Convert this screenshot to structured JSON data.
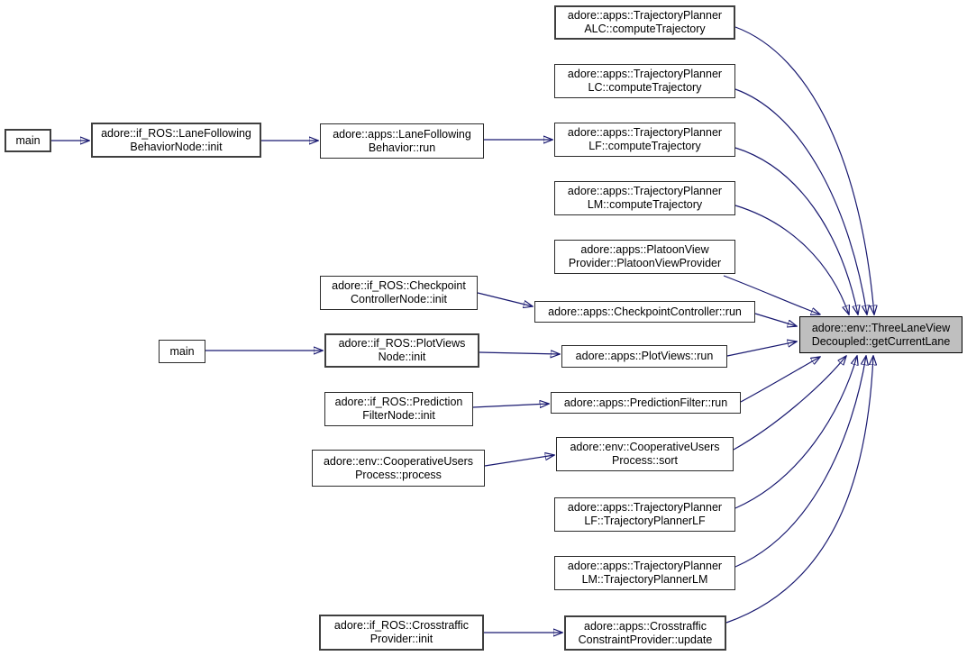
{
  "colors": {
    "edge": "#191970",
    "node_fill": "#ffffff",
    "node_border": "#2b2b2b",
    "target_fill": "#bfbfbf",
    "text": "#000000"
  },
  "nodes": [
    {
      "id": "main-1",
      "label": "main"
    },
    {
      "id": "lanefollowing-behaviornode-init",
      "label": "adore::if_ROS::LaneFollowing\nBehaviorNode::init"
    },
    {
      "id": "lanefollowing-behavior-run",
      "label": "adore::apps::LaneFollowing\nBehavior::run"
    },
    {
      "id": "trajectoryplanner-alc-computetrajectory",
      "label": "adore::apps::TrajectoryPlanner\nALC::computeTrajectory"
    },
    {
      "id": "trajectoryplanner-lc-computetrajectory",
      "label": "adore::apps::TrajectoryPlanner\nLC::computeTrajectory"
    },
    {
      "id": "trajectoryplanner-lf-computetrajectory",
      "label": "adore::apps::TrajectoryPlanner\nLF::computeTrajectory"
    },
    {
      "id": "trajectoryplanner-lm-computetrajectory",
      "label": "adore::apps::TrajectoryPlanner\nLM::computeTrajectory"
    },
    {
      "id": "platoonviewprovider",
      "label": "adore::apps::PlatoonView\nProvider::PlatoonViewProvider"
    },
    {
      "id": "checkpoint-controllernode-init",
      "label": "adore::if_ROS::Checkpoint\nControllerNode::init"
    },
    {
      "id": "checkpointcontroller-run",
      "label": "adore::apps::CheckpointController::run"
    },
    {
      "id": "main-2",
      "label": "main"
    },
    {
      "id": "plotviewsnode-init",
      "label": "adore::if_ROS::PlotViews\nNode::init"
    },
    {
      "id": "plotviews-run",
      "label": "adore::apps::PlotViews::run"
    },
    {
      "id": "predictionfilternode-init",
      "label": "adore::if_ROS::Prediction\nFilterNode::init"
    },
    {
      "id": "predictionfilter-run",
      "label": "adore::apps::PredictionFilter::run"
    },
    {
      "id": "cooperativeusersprocess-process",
      "label": "adore::env::CooperativeUsers\nProcess::process"
    },
    {
      "id": "cooperativeusersprocess-sort",
      "label": "adore::env::CooperativeUsers\nProcess::sort"
    },
    {
      "id": "trajectoryplannerlf-ctor",
      "label": "adore::apps::TrajectoryPlanner\nLF::TrajectoryPlannerLF"
    },
    {
      "id": "trajectoryplannerlm-ctor",
      "label": "adore::apps::TrajectoryPlanner\nLM::TrajectoryPlannerLM"
    },
    {
      "id": "crosstrafficprovider-init",
      "label": "adore::if_ROS::Crosstraffic\nProvider::init"
    },
    {
      "id": "crosstrafficconstraintprovider-update",
      "label": "adore::apps::Crosstraffic\nConstraintProvider::update"
    },
    {
      "id": "threelaneviewdecoupled-getcurrentlane",
      "label": "adore::env::ThreeLaneView\nDecoupled::getCurrentLane"
    }
  ],
  "edges": [
    {
      "from": "main-1",
      "to": "lanefollowing-behaviornode-init"
    },
    {
      "from": "lanefollowing-behaviornode-init",
      "to": "lanefollowing-behavior-run"
    },
    {
      "from": "lanefollowing-behavior-run",
      "to": "trajectoryplanner-lf-computetrajectory"
    },
    {
      "from": "checkpoint-controllernode-init",
      "to": "checkpointcontroller-run"
    },
    {
      "from": "main-2",
      "to": "plotviewsnode-init"
    },
    {
      "from": "plotviewsnode-init",
      "to": "plotviews-run"
    },
    {
      "from": "predictionfilternode-init",
      "to": "predictionfilter-run"
    },
    {
      "from": "cooperativeusersprocess-process",
      "to": "cooperativeusersprocess-sort"
    },
    {
      "from": "crosstrafficprovider-init",
      "to": "crosstrafficconstraintprovider-update"
    },
    {
      "from": "trajectoryplanner-alc-computetrajectory",
      "to": "threelaneviewdecoupled-getcurrentlane"
    },
    {
      "from": "trajectoryplanner-lc-computetrajectory",
      "to": "threelaneviewdecoupled-getcurrentlane"
    },
    {
      "from": "trajectoryplanner-lf-computetrajectory",
      "to": "threelaneviewdecoupled-getcurrentlane"
    },
    {
      "from": "trajectoryplanner-lm-computetrajectory",
      "to": "threelaneviewdecoupled-getcurrentlane"
    },
    {
      "from": "platoonviewprovider",
      "to": "threelaneviewdecoupled-getcurrentlane"
    },
    {
      "from": "checkpointcontroller-run",
      "to": "threelaneviewdecoupled-getcurrentlane"
    },
    {
      "from": "plotviews-run",
      "to": "threelaneviewdecoupled-getcurrentlane"
    },
    {
      "from": "predictionfilter-run",
      "to": "threelaneviewdecoupled-getcurrentlane"
    },
    {
      "from": "cooperativeusersprocess-sort",
      "to": "threelaneviewdecoupled-getcurrentlane"
    },
    {
      "from": "trajectoryplannerlf-ctor",
      "to": "threelaneviewdecoupled-getcurrentlane"
    },
    {
      "from": "trajectoryplannerlm-ctor",
      "to": "threelaneviewdecoupled-getcurrentlane"
    },
    {
      "from": "crosstrafficconstraintprovider-update",
      "to": "threelaneviewdecoupled-getcurrentlane"
    }
  ]
}
